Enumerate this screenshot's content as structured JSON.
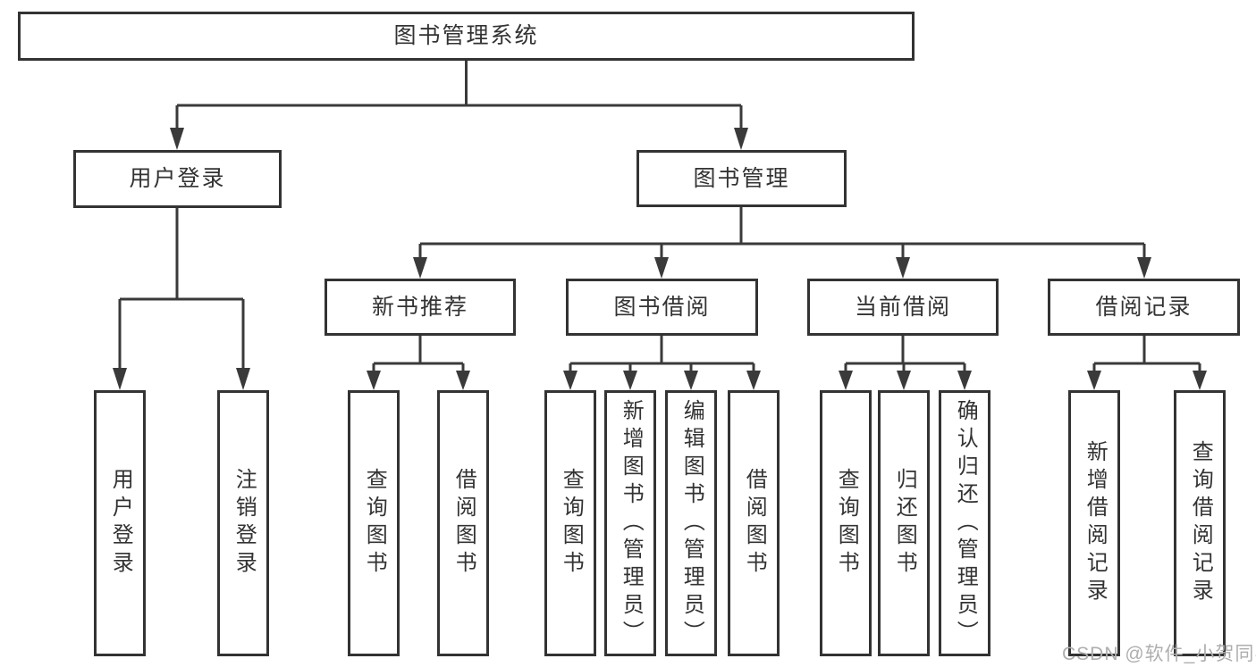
{
  "title": "图书管理系统",
  "tree": {
    "root": {
      "label": "图书管理系统"
    },
    "branches": [
      {
        "label": "用户登录",
        "children": [
          {
            "label": "用户登录"
          },
          {
            "label": "注销登录"
          }
        ]
      },
      {
        "label": "图书管理",
        "children": [
          {
            "label": "新书推荐",
            "children": [
              {
                "label": "查询图书"
              },
              {
                "label": "借阅图书"
              }
            ]
          },
          {
            "label": "图书借阅",
            "children": [
              {
                "label": "查询图书"
              },
              {
                "label": "新增图书（管理员）"
              },
              {
                "label": "编辑图书（管理员）"
              },
              {
                "label": "借阅图书"
              }
            ]
          },
          {
            "label": "当前借阅",
            "children": [
              {
                "label": "查询图书"
              },
              {
                "label": "归还图书"
              },
              {
                "label": "确认归还（管理员）"
              }
            ]
          },
          {
            "label": "借阅记录",
            "children": [
              {
                "label": "新增借阅记录"
              },
              {
                "label": "查询借阅记录"
              }
            ]
          }
        ]
      }
    ]
  },
  "watermark": "CSDN @软件_小贺同学",
  "colors": {
    "line": "#3a3a3a",
    "box_border": "#333333",
    "text": "#333333",
    "watermark": "#aeaeae",
    "background": "#ffffff"
  }
}
